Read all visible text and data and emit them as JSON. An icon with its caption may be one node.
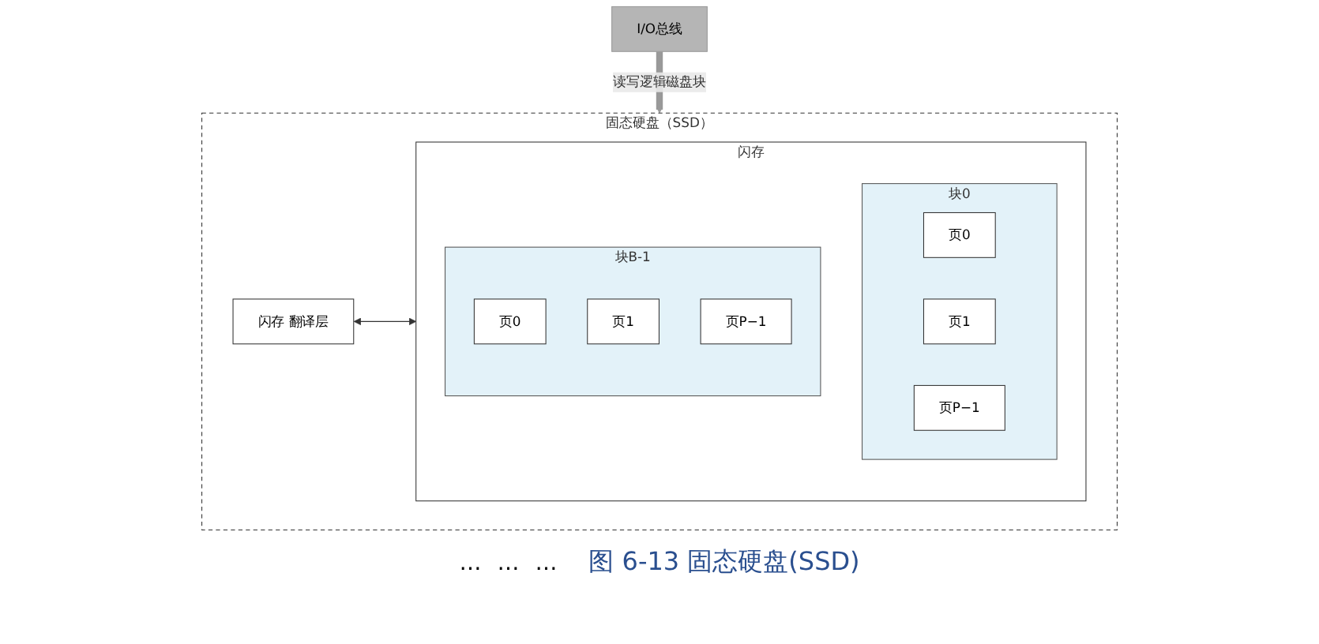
{
  "diagram": {
    "caption": "图 6-13 固态硬盘(SSD)",
    "nodes": [
      {
        "text": [
          "I/O总线"
        ]
      },
      {
        "text": [
          "固态硬盘（SSD）"
        ]
      },
      {
        "text": [
          "闪存 翻译层"
        ],
        "in": 1
      },
      {
        "text": [
          "闪存"
        ],
        "in": 1
      },
      {
        "text": [
          "块0"
        ],
        "in": 3
      },
      {
        "text": [
          "页0"
        ],
        "in": 4
      },
      {
        "text": [
          "页1"
        ],
        "in": 4
      },
      {
        "text": [
          "页P−1"
        ],
        "in": 4
      },
      {
        "text": [
          "块B-1"
        ],
        "in": 3
      },
      {
        "text": [
          "页0"
        ],
        "in": 8
      },
      {
        "text": [
          "页1"
        ],
        "in": 8
      },
      {
        "text": [
          "页P−1"
        ],
        "in": 8
      }
    ],
    "edges": [
      {
        "from": 0,
        "to": 1,
        "arrow": "to",
        "label": "读写逻辑磁盘块",
        "style": "thick",
        "color": "#999999"
      },
      {
        "from": 2,
        "to": 3,
        "arrow": "both",
        "color": "#333333"
      }
    ],
    "labels": [
      "…",
      "…",
      "…"
    ]
  }
}
